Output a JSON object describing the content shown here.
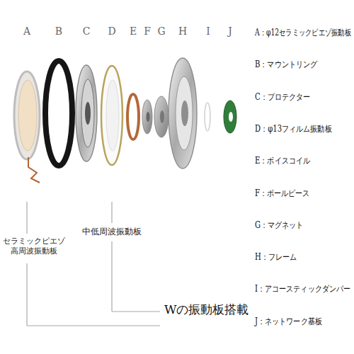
{
  "diagram": {
    "labels": [
      "A",
      "B",
      "C",
      "D",
      "E",
      "F",
      "G",
      "H",
      "I",
      "J",
      "A：φ12セラミックピエゾ振動板",
      "B：マウントリング",
      "C：プロテクター",
      "D：φ13フィルム振動板",
      "E：ボイスコイル",
      "F：ポールピース",
      "G：マグネット",
      "H：フレーム",
      "I：アコースティックダンパー",
      "J：ネットワーク基板",
      "セラミックピエゾ 高周波振動板",
      "中低周波振動板",
      "Wの振動板搭載"
    ]
  }
}
